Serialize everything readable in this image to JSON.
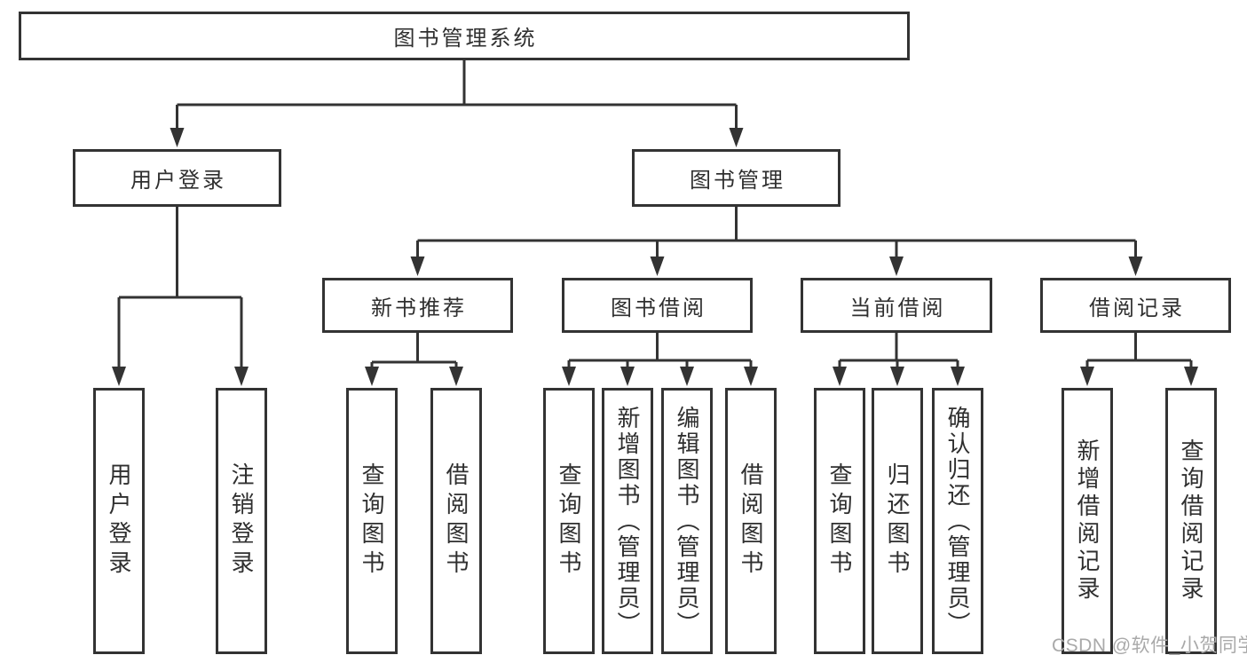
{
  "colors": {
    "line": "#333333",
    "box_border": "#333333",
    "text": "#2f2f2f",
    "watermark": "#a9a9a9",
    "background": "#ffffff"
  },
  "watermark": {
    "text": "CSDN @软件_小贺同学"
  },
  "tree": {
    "label": "图书管理系统",
    "children": [
      {
        "label": "用户登录",
        "children": [
          {
            "label": "用户登录"
          },
          {
            "label": "注销登录"
          }
        ]
      },
      {
        "label": "图书管理",
        "children": [
          {
            "label": "新书推荐",
            "children": [
              {
                "label": "查询图书"
              },
              {
                "label": "借阅图书"
              }
            ]
          },
          {
            "label": "图书借阅",
            "children": [
              {
                "label": "查询图书"
              },
              {
                "label": "新增图书（管理员）"
              },
              {
                "label": "编辑图书（管理员）"
              },
              {
                "label": "借阅图书"
              }
            ]
          },
          {
            "label": "当前借阅",
            "children": [
              {
                "label": "查询图书"
              },
              {
                "label": "归还图书"
              },
              {
                "label": "确认归还（管理员）"
              }
            ]
          },
          {
            "label": "借阅记录",
            "children": [
              {
                "label": "新增借阅记录"
              },
              {
                "label": "查询借阅记录"
              }
            ]
          }
        ]
      }
    ]
  }
}
